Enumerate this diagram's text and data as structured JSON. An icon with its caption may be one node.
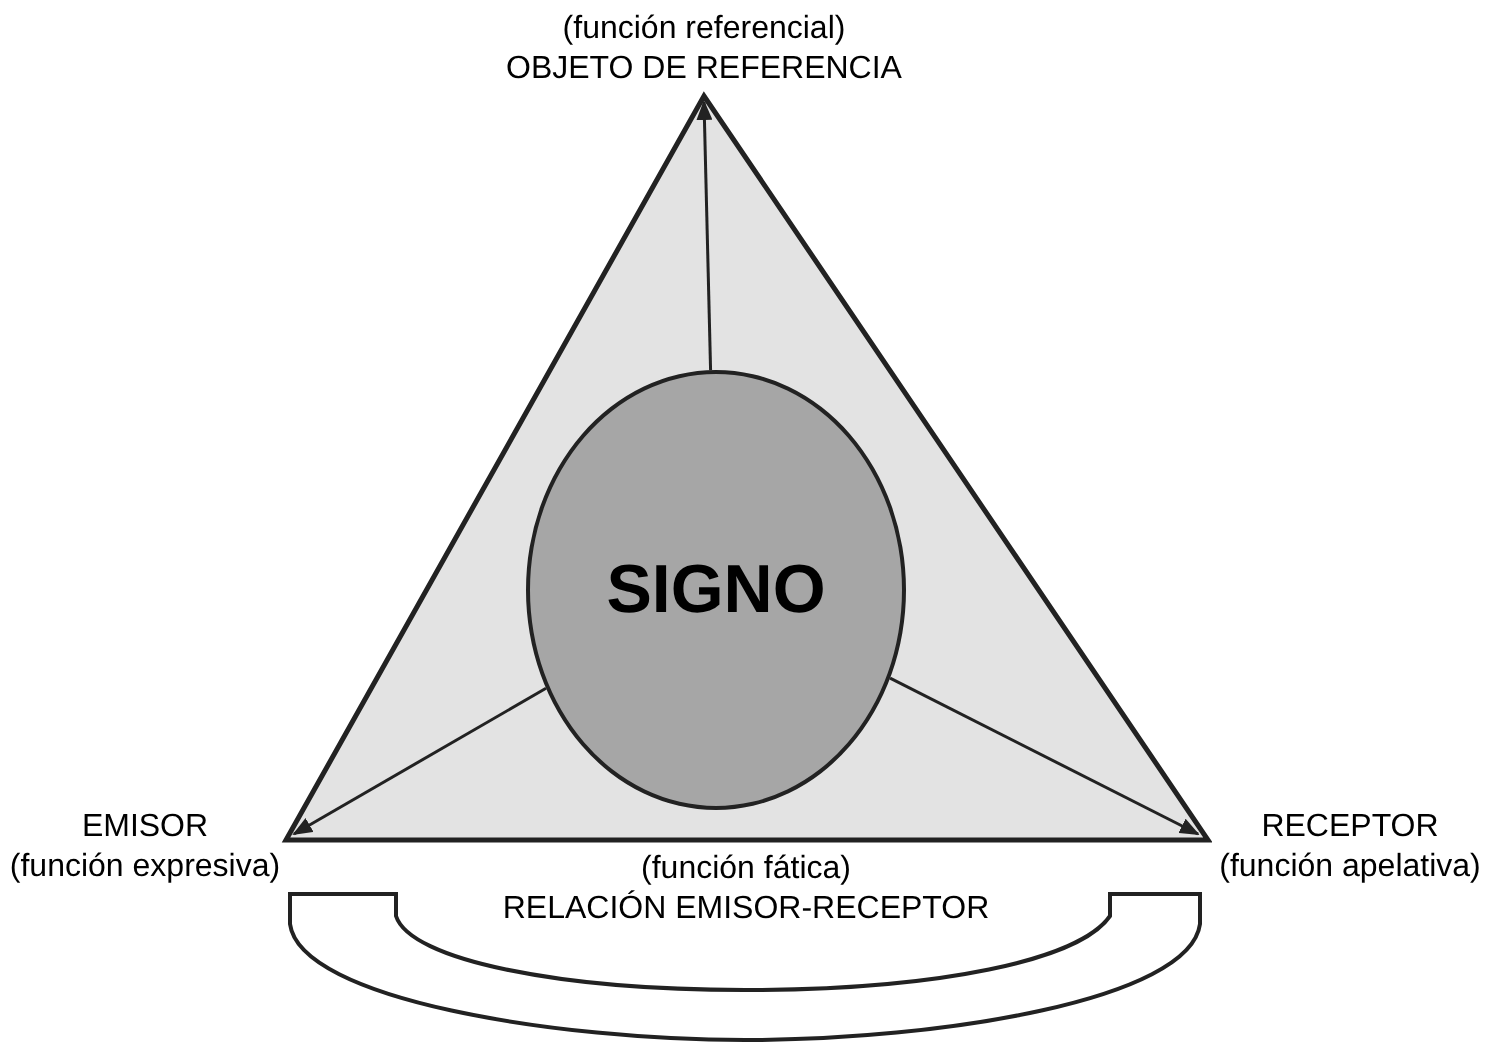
{
  "diagram": {
    "nodes": [
      {
        "text": [],
        "shape": "triangle"
      },
      {
        "text": [
          "SIGNO"
        ],
        "in": 0
      },
      {
        "text": [
          "(función referencial)",
          "OBJETO DE REFERENCIA"
        ]
      },
      {
        "text": [
          "EMISOR",
          "(función expresiva)"
        ]
      },
      {
        "text": [
          "RECEPTOR",
          "(función apelativa)"
        ]
      },
      {
        "text": [
          "(función fática)",
          "RELACIÓN EMISOR-RECEPTOR"
        ]
      }
    ],
    "edges": [
      {
        "from": 1,
        "to": 2,
        "arrow": "to"
      },
      {
        "from": 1,
        "to": 3,
        "arrow": "to"
      },
      {
        "from": 1,
        "to": 4,
        "arrow": "to"
      },
      {
        "from": 3,
        "to": 4,
        "arrow": "none",
        "style": "thick"
      }
    ]
  }
}
